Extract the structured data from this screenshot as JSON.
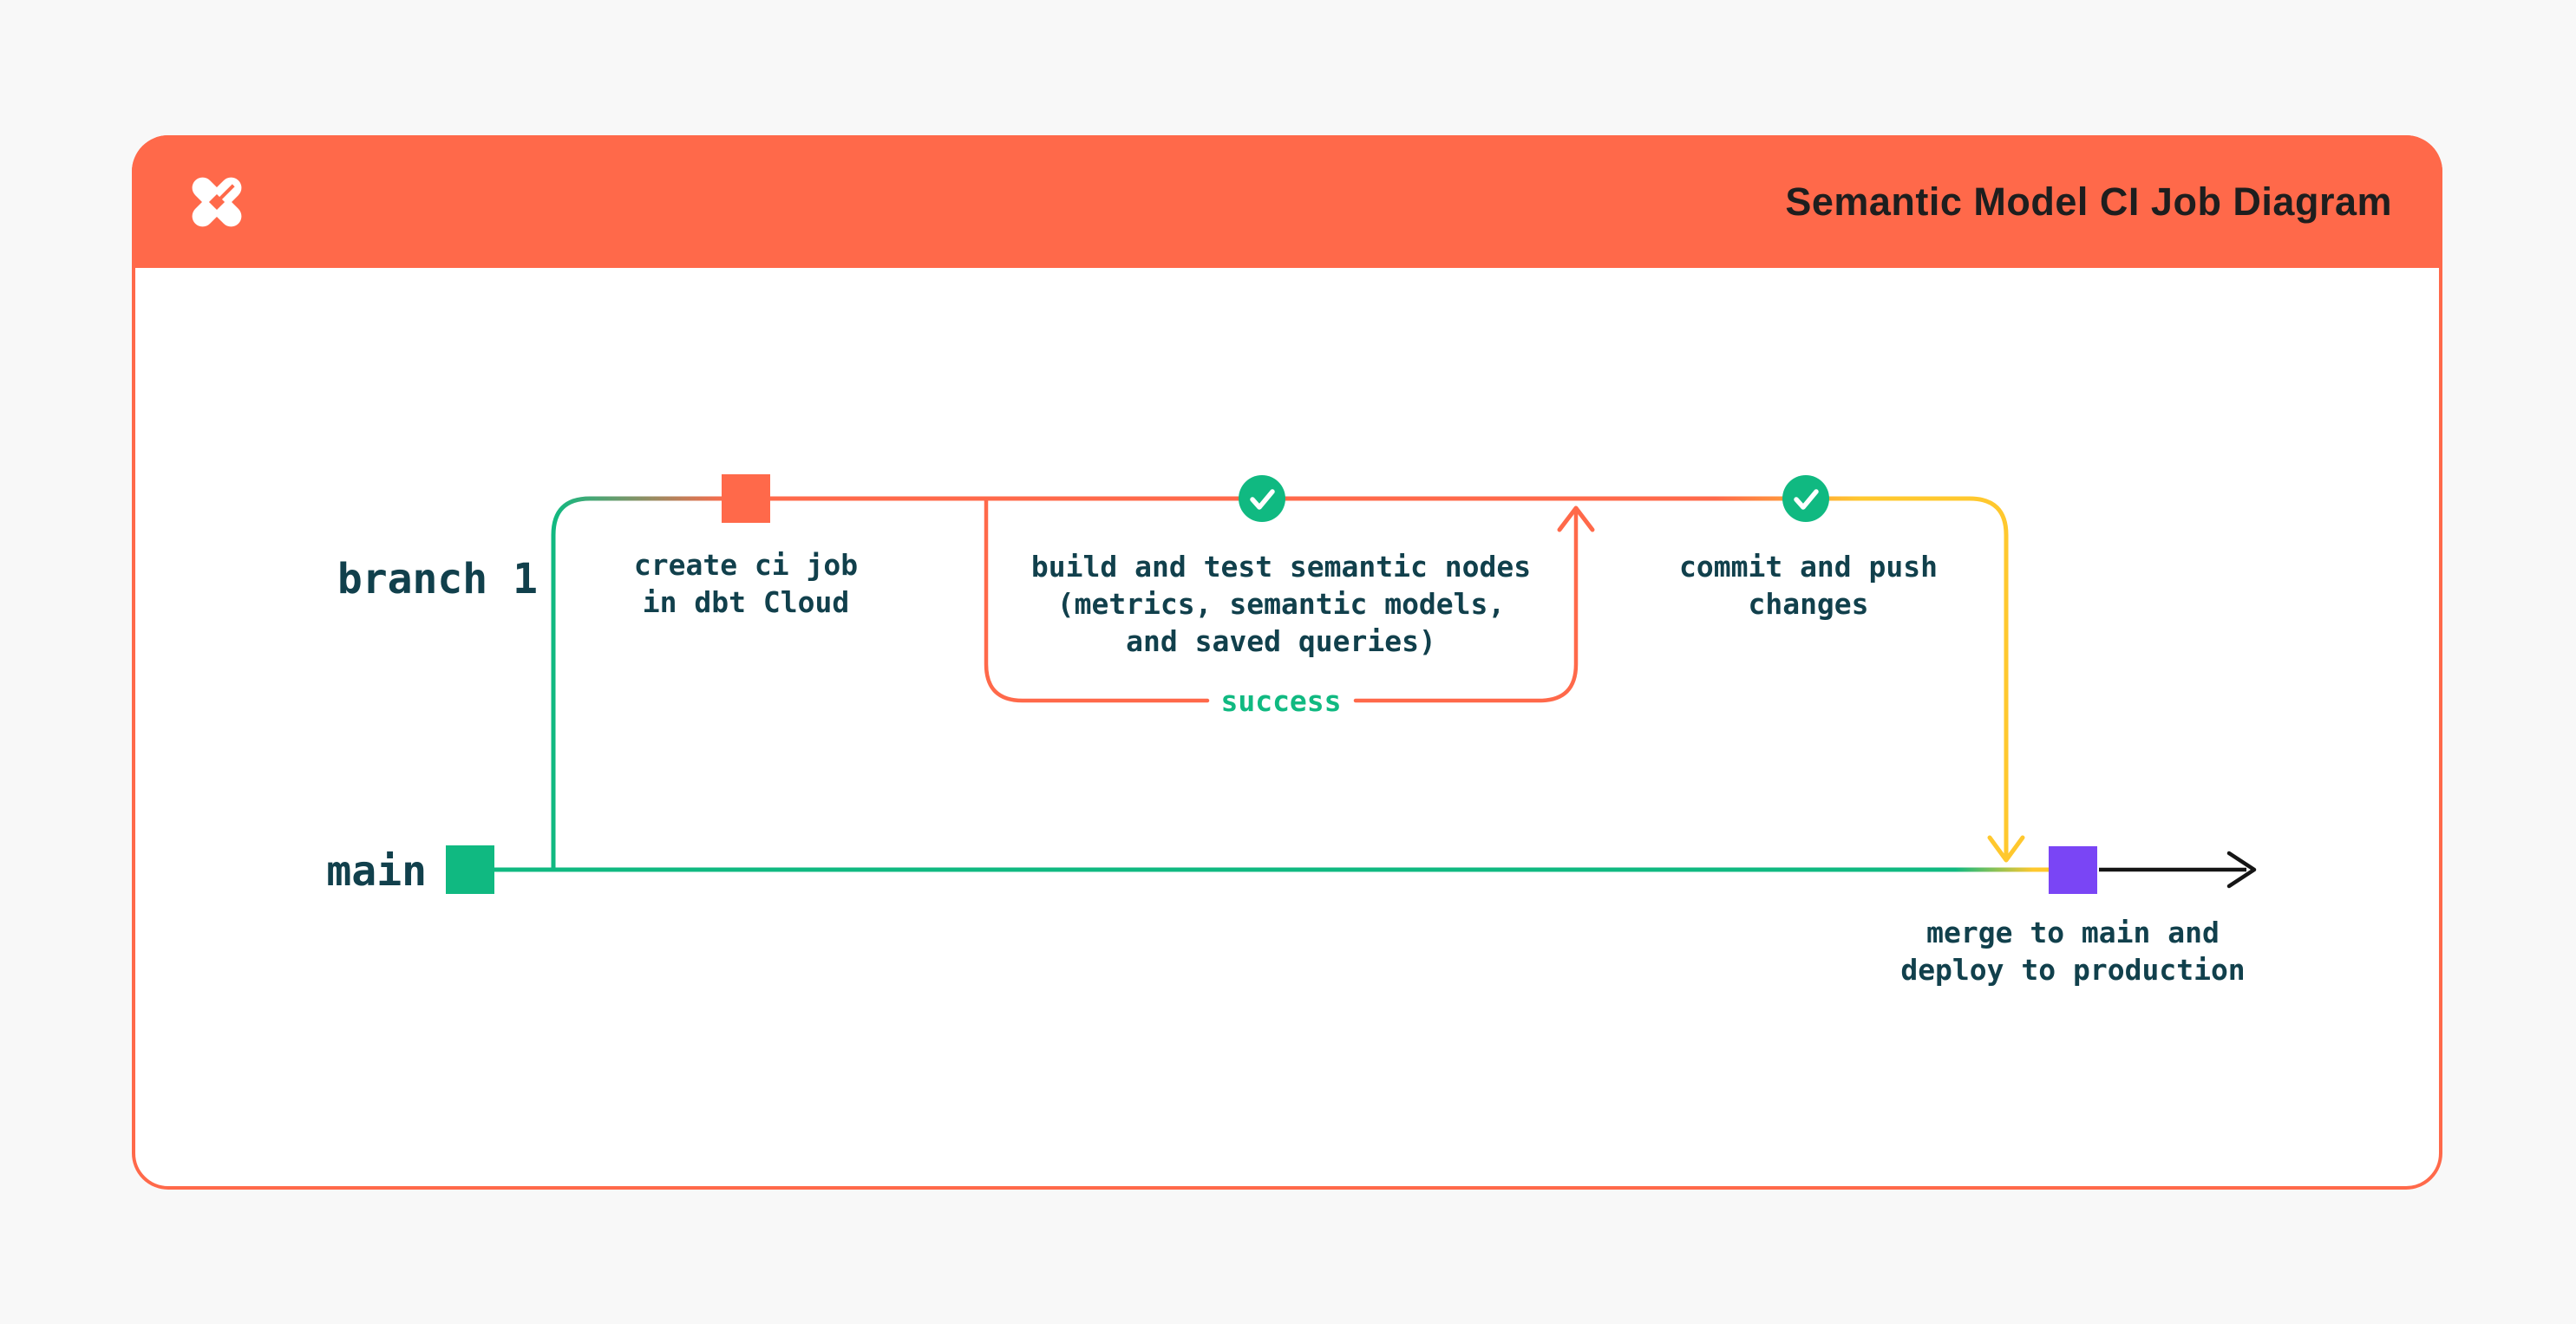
{
  "header": {
    "title": "Semantic Model CI Job Diagram"
  },
  "diagram": {
    "branch1_label": "branch 1",
    "main_label": "main",
    "steps": {
      "create": {
        "lines": [
          "create ci job",
          "in dbt Cloud"
        ]
      },
      "build": {
        "lines": [
          "build and test semantic nodes",
          "(metrics, semantic models,",
          "and saved queries)"
        ]
      },
      "commit": {
        "lines": [
          "commit and push",
          "changes"
        ]
      },
      "merge": {
        "lines": [
          "merge to main and",
          "deploy to production"
        ]
      }
    },
    "success_label": "success"
  },
  "icons": {
    "logo": "dbt-logo",
    "check": "check-circle"
  },
  "colors": {
    "orange": "#FF694A",
    "green": "#10B981",
    "yellow": "#FFC82E",
    "purple": "#7A45F5",
    "label_ink": "#11404C",
    "title_ink": "#1E1E1E",
    "arrow_black": "#151515",
    "page_bg": "#F8F8F8",
    "card_bg": "#FFFFFF"
  }
}
